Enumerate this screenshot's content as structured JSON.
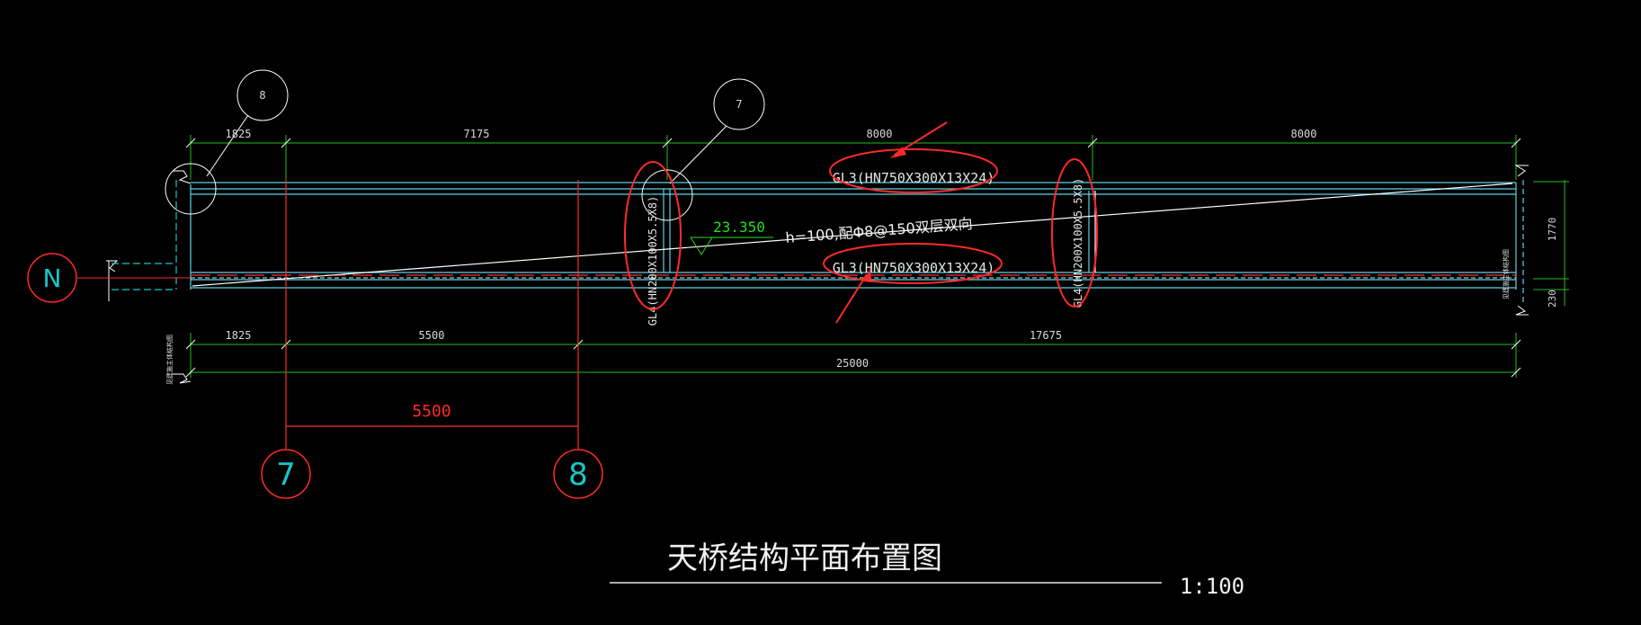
{
  "drawing": {
    "title": "天桥结构平面布置图",
    "scale": "1:100",
    "colors": {
      "background": "#000000",
      "dimension": "#1fbf1f",
      "beam": "#5fd3e6",
      "annotation": "#ff2a2a",
      "axis_text": "#19c7c7",
      "level": "#22dd22"
    }
  },
  "top_dimensions": [
    "1825",
    "7175",
    "8000",
    "8000"
  ],
  "bottom_dimensions": [
    "1825",
    "5500",
    "17675"
  ],
  "overall_dimension": "25000",
  "right_dimensions": [
    "1770",
    "230"
  ],
  "axis_bubbles": {
    "n": "N",
    "axis_7": "7",
    "axis_8": "8",
    "small_8": "8",
    "small_7": "7"
  },
  "red_dimension": "5500",
  "beams": {
    "gl3_top": "GL3(HN750X300X13X24)",
    "gl3_bottom": "GL3(HN750X300X13X24)",
    "gl4_left": "GL4(HN200X100X5.5X8)",
    "gl4_right": "GL4(HN200X100X5.5X8)"
  },
  "level_mark": "23.350",
  "slab_note": "h=100,配Φ8@150双层双向",
  "support_note_left": "见建施主体结构图",
  "support_note_right": "见建施主体结构图"
}
